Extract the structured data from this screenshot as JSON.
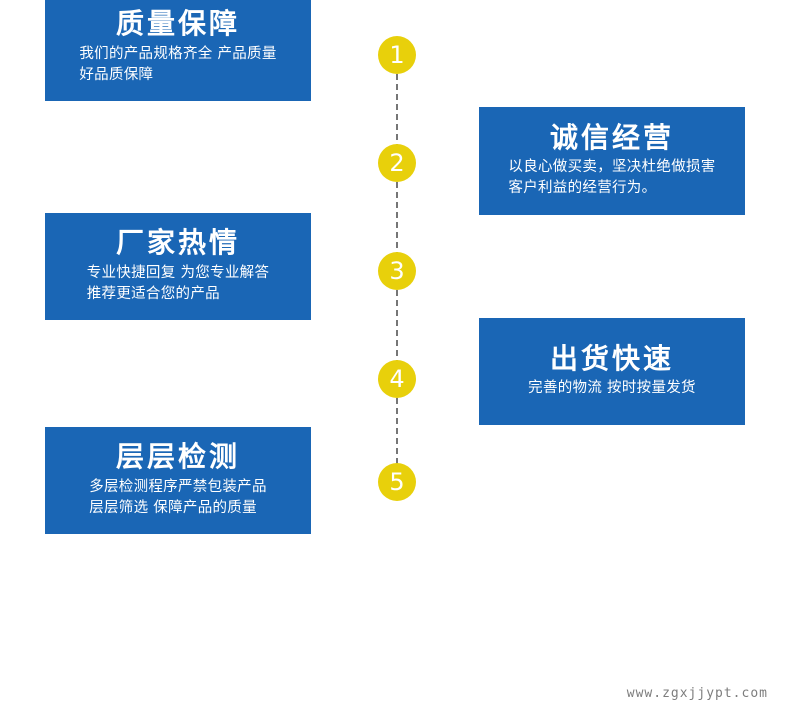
{
  "page": {
    "background_color": "#ffffff",
    "accent_blue": "#1a66b5",
    "accent_yellow": "#e8d00b",
    "line_color": "#767676",
    "watermark": "www.zgxjjypt.com"
  },
  "left_cards": [
    {
      "id": "quality",
      "title": "质量保障",
      "desc": "我们的产品规格齐全 产品质量\n好品质保障"
    },
    {
      "id": "factory",
      "title": "厂家热情",
      "desc": "专业快捷回复 为您专业解答\n推荐更适合您的产品"
    },
    {
      "id": "testing",
      "title": "层层检测",
      "desc": "多层检测程序严禁包装产品\n层层筛选 保障产品的质量"
    }
  ],
  "right_cards": [
    {
      "id": "integrity",
      "title": "诚信经营",
      "desc": "以良心做买卖，坚决杜绝做损害\n客户利益的经营行为。"
    },
    {
      "id": "shipping",
      "title": "出货快速",
      "desc": "完善的物流 按时按量发货"
    }
  ],
  "timeline": {
    "steps": [
      {
        "number": "1"
      },
      {
        "number": "2"
      },
      {
        "number": "3"
      },
      {
        "number": "4"
      },
      {
        "number": "5"
      }
    ]
  }
}
